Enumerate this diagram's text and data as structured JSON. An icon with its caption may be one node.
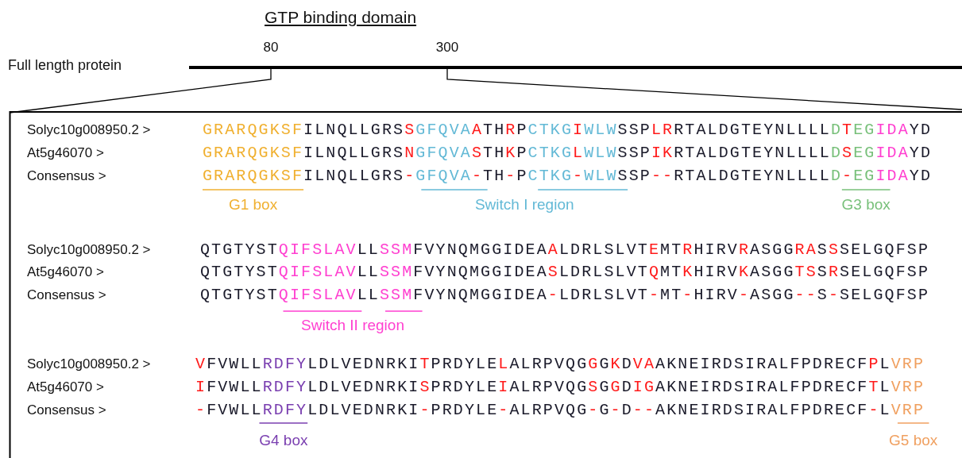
{
  "diagram": {
    "title": "GTP binding domain",
    "labels": [
      "Full length protein",
      "80",
      "300",
      "Solyc10g008950.2 >",
      "GRARQGKSFILNQLLGRSSGFQVAATHRPCTKGIWLWSSPLRRTALDGTEYNLLLLDTEGIDAYD",
      "At5g46070 >",
      "GRARQGKSFILNQLLGRSNGFQVASTHKPCTKGLWLWSSPIKRTALDGTEYNLLLLDSEGIDAYD",
      "Consensus >",
      "GRARQGKSFILNQLLGRS-GFQVA-TH-PCTKG-WLWSSP--RTALDGTEYNLLLLD-EGIDAYD",
      "G1 box",
      "Switch I region",
      "G3 box",
      "Solyc10g008950.2 >",
      "QTGTYSTQIFSLAVLLSSMFVYNQMGGIDEAALDRLSLVTEMTRHIRVRASGGRASSSELGQFSP",
      "At5g46070 >",
      "QTGTYSTQIFSLAVLLSSMFVYNQMGGIDEASLDRLSLVTQMTKHIRVKASGGTSSRSELGQFSP",
      "Consensus >",
      "QTGTYSTQIFSLAVLLSSMFVYNQMGGIDEA-LDRLSLVT-MT-HIRV-ASGG--S-SELGQFSP",
      "Switch II region",
      "Solyc10g008950.2 >",
      "VFVWLLRDFYLDLVEDNRKITPRDYLELALRPVQGGGKDVAAKNEIRDSIRALFPDRECFPLVRP",
      "At5g46070 >",
      "IFVWLLRDFYLDLVEDNRKISPRDYLEIALRPVQGSGGDIGAKNEIRDSIRALFPDRECFTLVRP",
      "Consensus >",
      "-FVWLLRDFYLDLVEDNRKI-PRDYLE-ALRPVQG-G-D--AKNEIRDSIRALFPDRECF-LVRP",
      "G4 box",
      "G5 box"
    ]
  }
}
